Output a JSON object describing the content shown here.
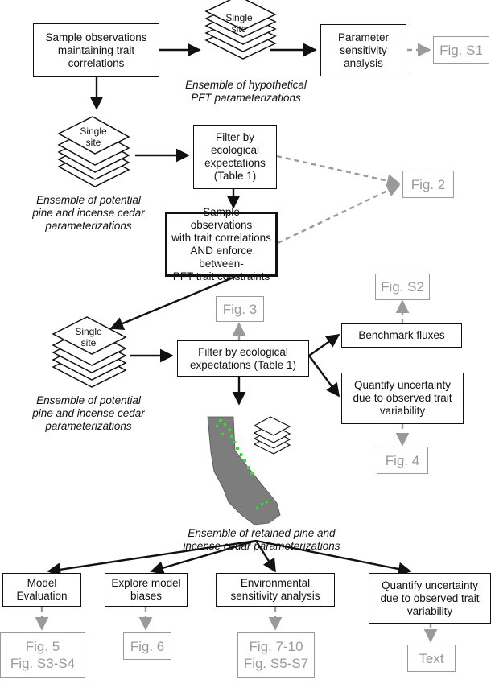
{
  "flow": {
    "sample_obs": "Sample observations\nmaintaining trait\ncorrelations",
    "param_sens": "Parameter\nsensitivity\nanalysis",
    "filter1": "Filter by\necological\nexpectations\n(Table 1)",
    "sample_obs2": "Sample observations\nwith trait correlations\nAND enforce between-\nPFT trait constraints",
    "filter2": "Filter by ecological\nexpectations (Table 1)",
    "benchmark": "Benchmark fluxes",
    "quantify1": "Quantify uncertainty\ndue to observed trait\nvariability",
    "model_eval": "Model\nEvaluation",
    "explore": "Explore model\nbiases",
    "env_sens": "Environmental\nsensitivity analysis",
    "quantify2": "Quantify uncertainty\ndue to observed trait\nvariability"
  },
  "figs": {
    "s1": "Fig. S1",
    "f2": "Fig. 2",
    "f3": "Fig. 3",
    "s2": "Fig. S2",
    "f4": "Fig. 4",
    "f5": "Fig. 5\nFig. S3-S4",
    "f6": "Fig. 6",
    "f7": "Fig. 7-10\nFig. S5-S7",
    "text": "Text"
  },
  "stacks": {
    "label": "Single\nsite"
  },
  "captions": {
    "hypothetical": "Ensemble of hypothetical\nPFT parameterizations",
    "potential1": "Ensemble of potential\npine and incense cedar\nparameterizations",
    "potential2": "Ensemble of potential\npine and incense cedar\nparameterizations",
    "retained": "Ensemble of retained pine and\nincense cedar parameterizations"
  },
  "colors": {
    "line": "#111111",
    "dashed": "#9a9a9a",
    "map_land": "#7d7d7d",
    "map_forest": "#33e02a"
  }
}
